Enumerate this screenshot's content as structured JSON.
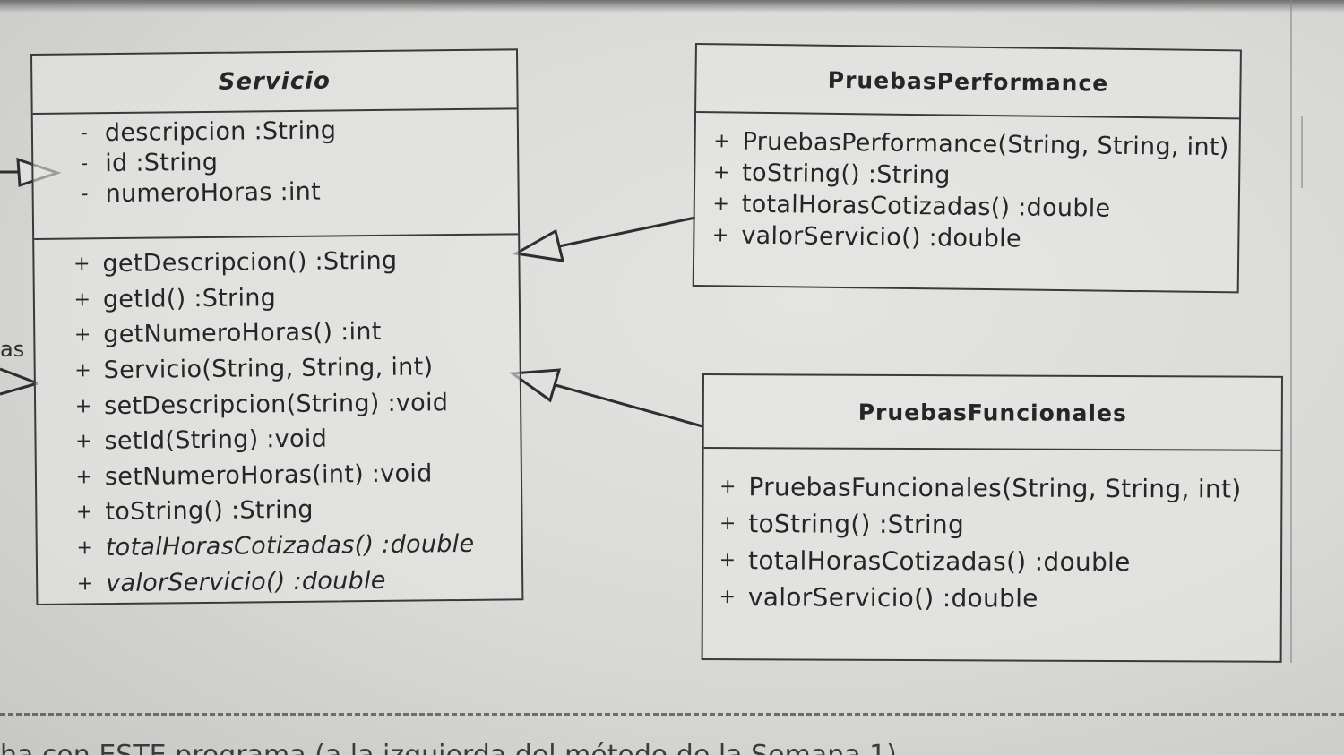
{
  "servicio": {
    "name": "Servicio",
    "attributes": [
      {
        "vis": "-",
        "text": "descripcion  :String"
      },
      {
        "vis": "-",
        "text": "id  :String"
      },
      {
        "vis": "-",
        "text": "numeroHoras  :int"
      }
    ],
    "operations": [
      {
        "vis": "+",
        "text": "getDescripcion()  :String"
      },
      {
        "vis": "+",
        "text": "getId()  :String"
      },
      {
        "vis": "+",
        "text": "getNumeroHoras()  :int"
      },
      {
        "vis": "+",
        "text": "Servicio(String, String, int)"
      },
      {
        "vis": "+",
        "text": "setDescripcion(String)  :void"
      },
      {
        "vis": "+",
        "text": "setId(String)  :void"
      },
      {
        "vis": "+",
        "text": "setNumeroHoras(int)  :void"
      },
      {
        "vis": "+",
        "text": "toString()  :String"
      },
      {
        "vis": "+",
        "text": "totalHorasCotizadas()  :double"
      },
      {
        "vis": "+",
        "text": "valorServicio()  :double"
      }
    ]
  },
  "pruebas_performance": {
    "name": "PruebasPerformance",
    "operations": [
      {
        "vis": "+",
        "text": "PruebasPerformance(String, String, int)"
      },
      {
        "vis": "+",
        "text": "toString()  :String"
      },
      {
        "vis": "+",
        "text": "totalHorasCotizadas()  :double"
      },
      {
        "vis": "+",
        "text": "valorServicio()  :double"
      }
    ]
  },
  "pruebas_funcionales": {
    "name": "PruebasFuncionales",
    "operations": [
      {
        "vis": "+",
        "text": "PruebasFuncionales(String, String, int)"
      },
      {
        "vis": "+",
        "text": "toString()  :String"
      },
      {
        "vis": "+",
        "text": "totalHorasCotizadas()  :double"
      },
      {
        "vis": "+",
        "text": "valorServicio()  :double"
      }
    ]
  },
  "left_fragment": "as",
  "bottom_fragment": "ha con ESTE programa (a la izquierda del método de la Semana 1)"
}
